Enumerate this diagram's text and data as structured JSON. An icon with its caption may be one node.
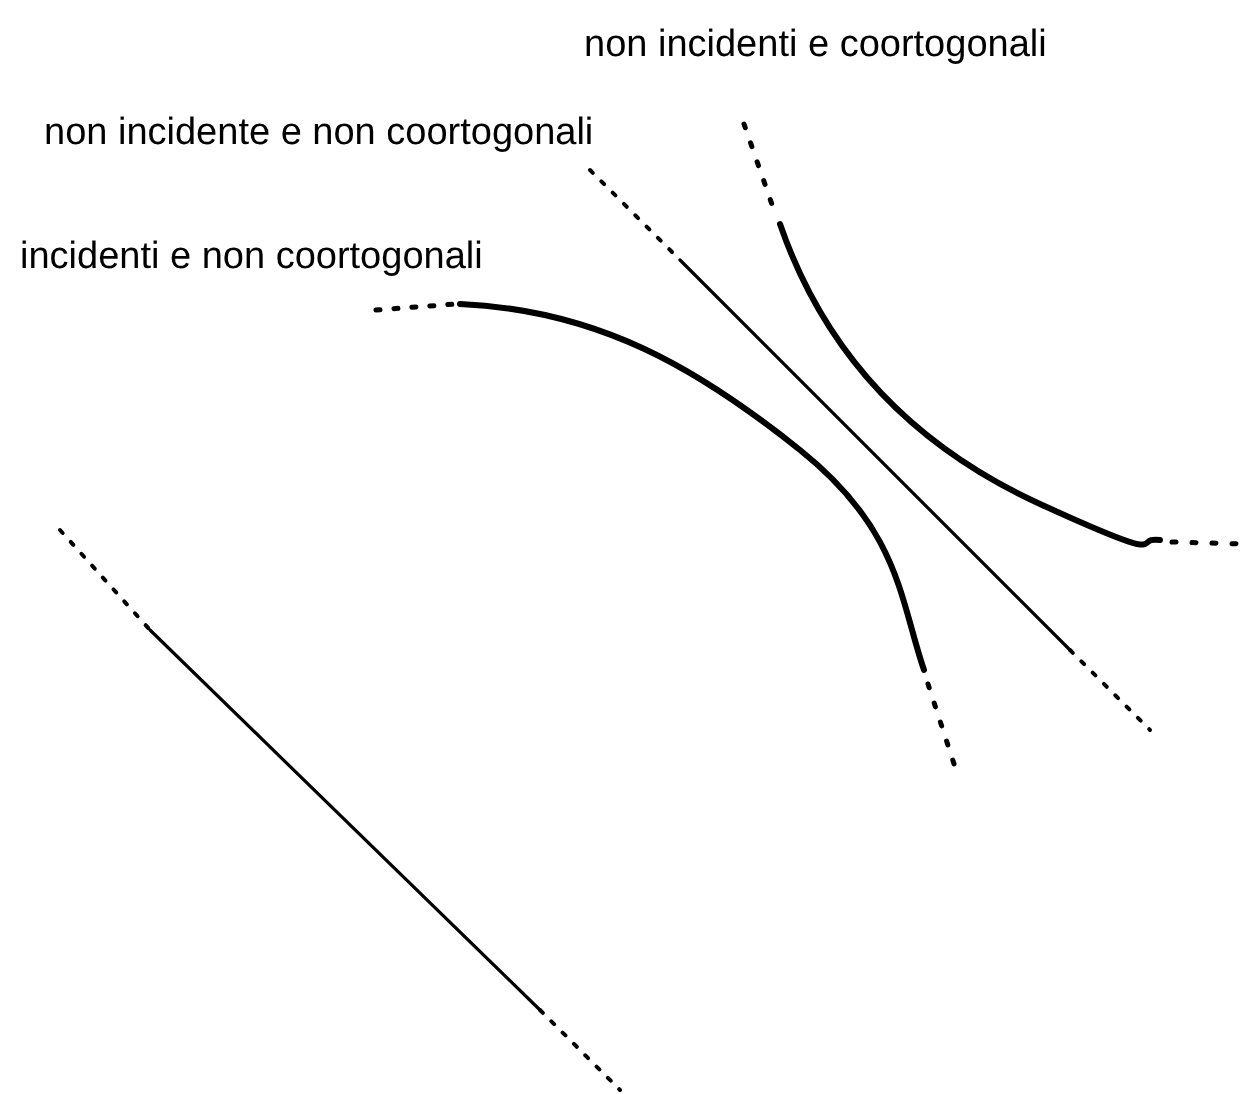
{
  "diagram": {
    "labels": [
      "non incidenti e coortogonali",
      "non incidente e non coortogonali",
      "incidenti e non coortogonali"
    ]
  }
}
